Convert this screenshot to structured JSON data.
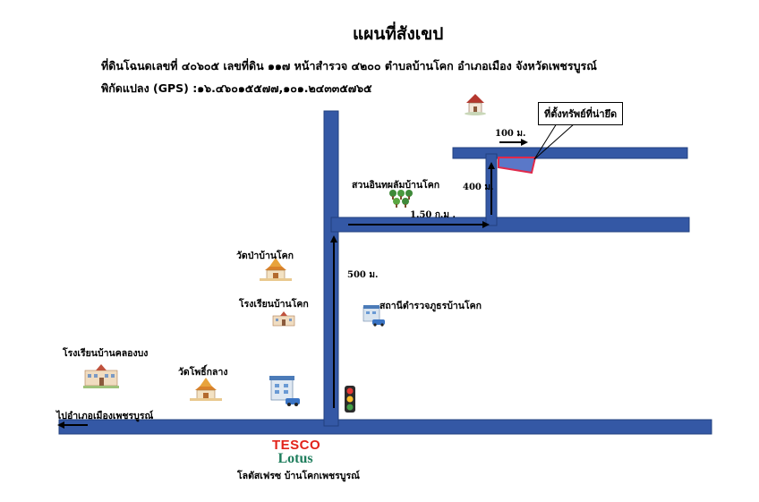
{
  "title": "แผนที่สังเขป",
  "subtitle_line1": "ที่ดินโฉนดเลขที่ ๔๐๖๐๕ เลขที่ดิน ๑๑๗ หน้าสำรวจ ๔๒๐๐ ตำบลบ้านโคก อำเภอเมือง จังหวัดเพชรบูรณ์",
  "subtitle_line2": "พิกัดแปลง (GPS) :๑๖.๔๖๐๑๕๕๗๗,๑๐๑.๒๔๓๓๕๗๖๕",
  "callout_label": "ที่ตั้งทรัพย์ที่น่ายึด",
  "distances": {
    "d100": "100 ม.",
    "d400": "400 ม.",
    "d150": "1.50 ก.ม .",
    "d500": "500 ม."
  },
  "landmarks": {
    "park": "สวนอินทผลัมบ้านโคก",
    "temple_pa": "วัดป่าบ้านโคก",
    "school_bankok": "โรงเรียนบ้านโคก",
    "police": "สถานีตำรวจภูธรบ้านโคก",
    "school_khlongbong": "โรงเรียนบ้านคลองบง",
    "temple_pho": "วัดโพธิ์กลาง",
    "to_city": "ไปอำเภอเมืองเพชรบูรณ์",
    "store": "โลตัสเฟรซ บ้านโคกเพชรบูรณ์"
  },
  "logo": {
    "line1": "TESCO",
    "line2": "Lotus"
  },
  "colors": {
    "road": "#3458a5",
    "road_edge": "#22407f",
    "property": "#e0294a",
    "arrow": "#000000"
  },
  "icons": [
    "house-icon",
    "trees-icon",
    "temple-icon",
    "school-icon",
    "police-station-icon",
    "traffic-light-icon",
    "arrow-icon"
  ]
}
